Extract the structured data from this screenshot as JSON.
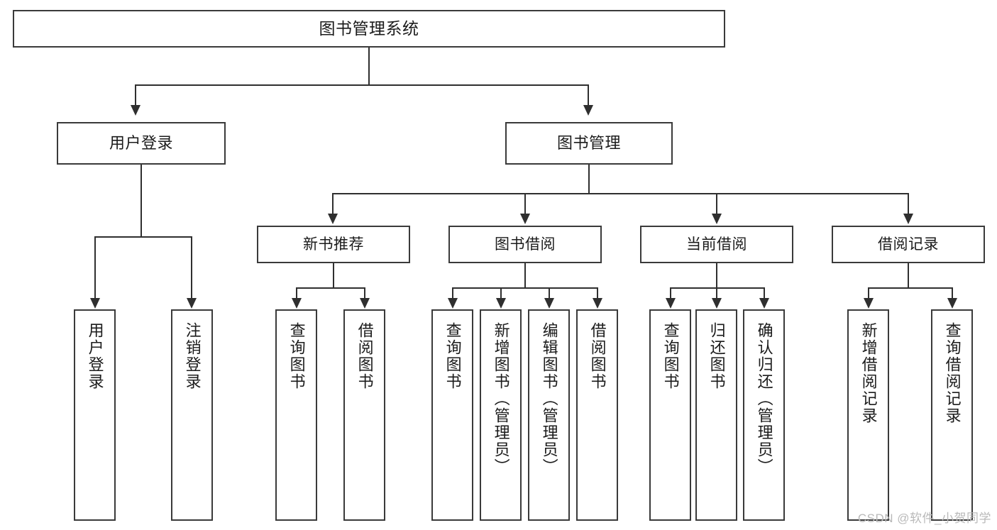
{
  "diagram": {
    "type": "tree-hierarchy",
    "title": "图书管理系统",
    "root": {
      "id": "root",
      "label": "图书管理系统"
    },
    "level1": [
      {
        "id": "user-login",
        "label": "用户登录"
      },
      {
        "id": "book-manage",
        "label": "图书管理"
      }
    ],
    "level2": [
      {
        "id": "new-book-recommend",
        "label": "新书推荐",
        "parent": "book-manage"
      },
      {
        "id": "book-borrow",
        "label": "图书借阅",
        "parent": "book-manage"
      },
      {
        "id": "current-borrow",
        "label": "当前借阅",
        "parent": "book-manage"
      },
      {
        "id": "borrow-record",
        "label": "借阅记录",
        "parent": "book-manage"
      }
    ],
    "leaves": {
      "user-login": [
        {
          "id": "leaf-user-login",
          "label": "用户登录"
        },
        {
          "id": "leaf-logout",
          "label": "注销登录"
        }
      ],
      "new-book-recommend": [
        {
          "id": "leaf-query-book-1",
          "label": "查询图书"
        },
        {
          "id": "leaf-borrow-book-1",
          "label": "借阅图书"
        }
      ],
      "book-borrow": [
        {
          "id": "leaf-query-book-2",
          "label": "查询图书"
        },
        {
          "id": "leaf-add-book",
          "label": "新增图书（管理员）"
        },
        {
          "id": "leaf-edit-book",
          "label": "编辑图书（管理员）"
        },
        {
          "id": "leaf-borrow-book-2",
          "label": "借阅图书"
        }
      ],
      "current-borrow": [
        {
          "id": "leaf-query-book-3",
          "label": "查询图书"
        },
        {
          "id": "leaf-return-book",
          "label": "归还图书"
        },
        {
          "id": "leaf-confirm-return",
          "label": "确认归还（管理员）"
        }
      ],
      "borrow-record": [
        {
          "id": "leaf-add-record",
          "label": "新增借阅记录"
        },
        {
          "id": "leaf-query-record",
          "label": "查询借阅记录"
        }
      ]
    }
  },
  "watermark": {
    "text": "CSDN @软件_小贺同学"
  },
  "colors": {
    "box_border": "#3a3a3a",
    "box_fill": "#ffffff",
    "connector": "#2f2f2f",
    "text": "#1b1b1b",
    "watermark": "#b9b9b9",
    "background": "#ffffff"
  }
}
